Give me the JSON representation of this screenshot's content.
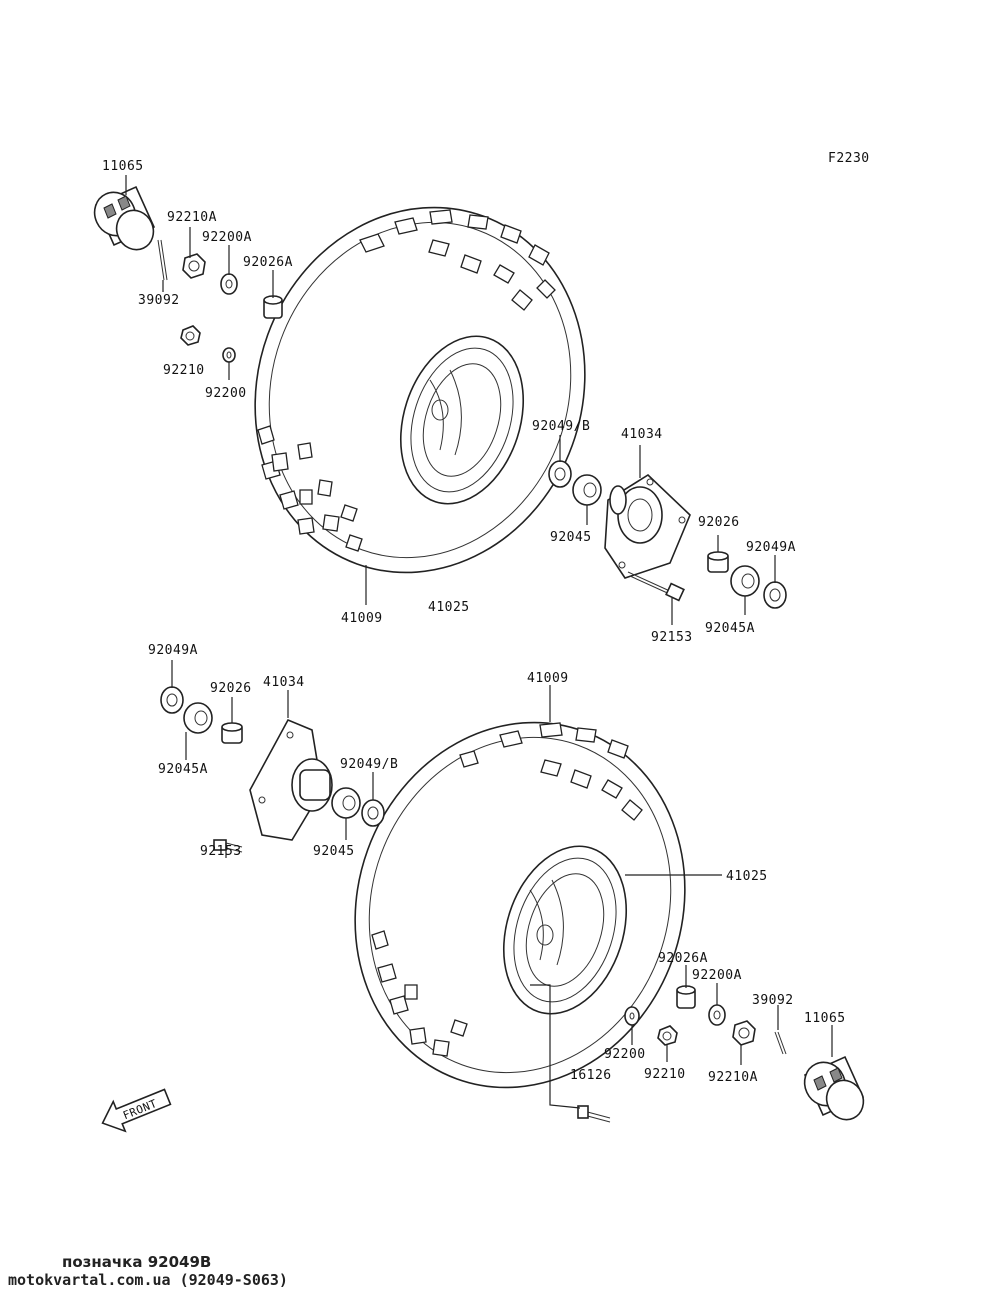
{
  "figure_code": "F2230",
  "front_label": "FRONT",
  "labels": {
    "p11065_top": "11065",
    "p92210A_top": "92210A",
    "p92200A_top": "92200A",
    "p92026A_top": "92026A",
    "p39092_top": "39092",
    "p92210_top": "92210",
    "p92200_top": "92200",
    "p92049B_top": "92049/B",
    "p41034_top": "41034",
    "p92045_top": "92045",
    "p92026_top": "92026",
    "p92049A_top": "92049A",
    "p92045A_top": "92045A",
    "p92153_top": "92153",
    "p41009_top": "41009",
    "p41025_top": "41025",
    "p92049A_bot": "92049A",
    "p92026_bot": "92026",
    "p41034_bot": "41034",
    "p92045A_bot": "92045A",
    "p92049B_bot": "92049/B",
    "p92153_bot": "92153",
    "p92045_bot": "92045",
    "p41009_bot": "41009",
    "p41025_bot": "41025",
    "p92026A_bot": "92026A",
    "p92200A_bot": "92200A",
    "p39092_bot": "39092",
    "p11065_bot": "11065",
    "p92200_bot": "92200",
    "p92210_bot": "92210",
    "p92210A_bot": "92210A",
    "p16126_bot": "16126"
  },
  "footer": {
    "reference": "позначка 92049B",
    "site": "motokvartal.com.ua (92049-S063)"
  }
}
